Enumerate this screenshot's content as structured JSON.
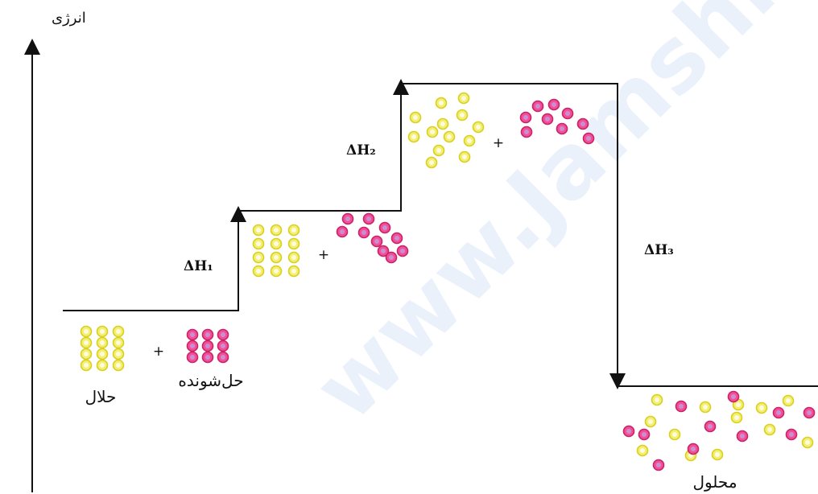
{
  "axis": {
    "y_label": "انرژی"
  },
  "labels": {
    "solvent": "حلال",
    "solute": "حل‌شونده",
    "solution": "محلول"
  },
  "steps": {
    "dh1": "ΔH₁",
    "dh2": "ΔH₂",
    "dh3": "ΔH₃"
  },
  "plus": "+",
  "watermark": "www.Jamshimi.ir",
  "colors": {
    "solvent_particle": "#f3ef73",
    "solvent_stroke": "#d9cf1e",
    "solute_particle": "#f24f95",
    "solute_stroke": "#cc2166",
    "solute_highlight": "#c98fd6",
    "line": "#111111",
    "watermark": "#dde8f7"
  }
}
